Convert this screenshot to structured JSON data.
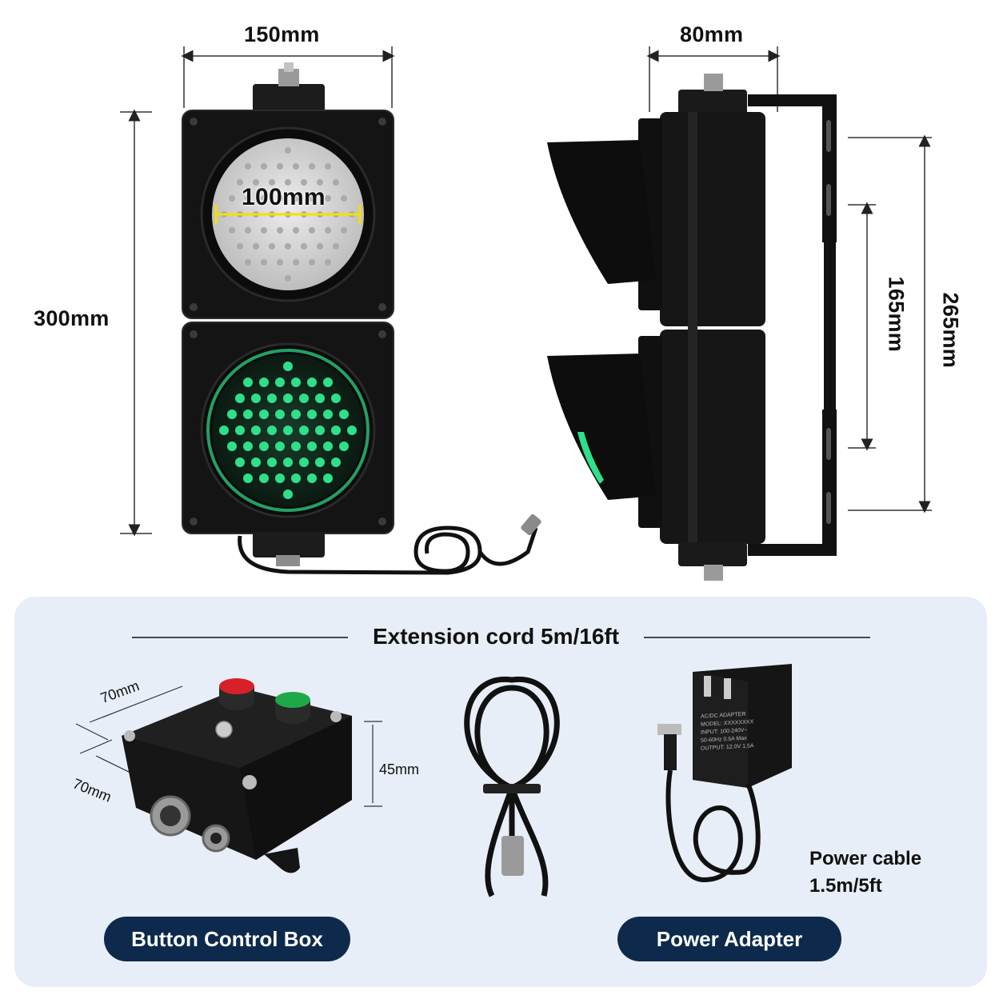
{
  "dimensions": {
    "front_width": "150mm",
    "side_depth": "80mm",
    "lens_diameter": "100mm",
    "total_height": "300mm",
    "bracket_hole_spacing": "165mm",
    "bracket_height": "265mm",
    "box_width": "70mm",
    "box_depth": "70mm",
    "box_height": "45mm"
  },
  "extension_cord": "Extension cord 5m/16ft",
  "labels": {
    "button_box": "Button Control Box",
    "power_adapter": "Power Adapter",
    "power_cable_line1": "Power cable",
    "power_cable_line2": "1.5m/5ft"
  },
  "adapter_print": {
    "line1": "AC/DC ADAPTER",
    "line2": "MODEL: XXXXXXXX",
    "line3": "INPUT: 100-240V~",
    "line4": "50-60Hz  0.5A  Max",
    "line5": "OUTPUT: 12.0V  1.5A"
  },
  "colors": {
    "panel_bg": "#e8eef7",
    "pill_bg": "#0d2a4c",
    "led_green": "#2ee08a",
    "lens_clear": "#d9d9d9",
    "red_button": "#d8202a",
    "green_button": "#1fa84a",
    "housing": "#151515",
    "dimension_yellow": "#f5e000"
  }
}
